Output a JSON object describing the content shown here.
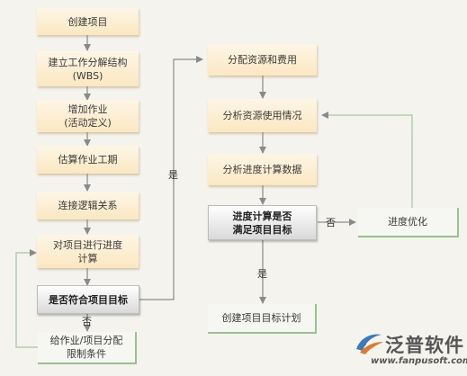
{
  "left_column": {
    "create_project": "创建项目",
    "wbs_line1": "建立工作分解结构",
    "wbs_line2": "(WBS)",
    "add_activity_line1": "增加作业",
    "add_activity_line2": "(活动定义)",
    "estimate_duration": "估算作业工期",
    "connect_logic": "连接逻辑关系",
    "schedule_line1": "对项目进行进度",
    "schedule_line2": "计算",
    "goal_check": "是否符合项目目标",
    "constraint_line1": "给作业/项目分配",
    "constraint_line2": "限制条件"
  },
  "right_column": {
    "allocate_resources": "分配资源和费用",
    "analyze_resources": "分析资源使用情况",
    "analyze_schedule": "分析进度计算数据",
    "schedule_check_line1": "进度计算是否",
    "schedule_check_line2": "满足项目目标",
    "optimize": "进度优化",
    "create_plan": "创建项目目标计划"
  },
  "edge_labels": {
    "goal_yes": "是",
    "goal_no": "否",
    "check_no": "否",
    "check_yes": "是"
  },
  "logo": {
    "brand": "泛普软件",
    "url": "www.fanpusoft.com"
  },
  "colors": {
    "orange_box": "#fbe7c1",
    "gray_box": "#d9d9d9",
    "green_border": "#9ac090",
    "arrow": "#8a8a8a",
    "feedback_line": "#a8c8a0"
  }
}
